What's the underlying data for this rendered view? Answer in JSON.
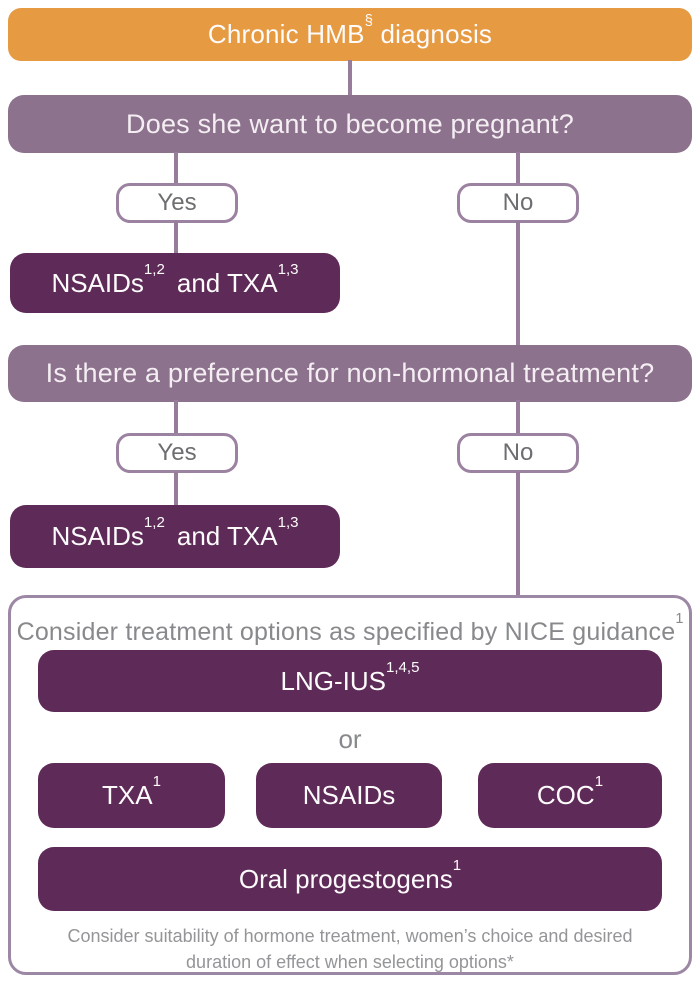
{
  "palette": {
    "orange": "#E69A42",
    "mauve": "#8C728D",
    "dark_purple": "#5E2A57",
    "line": "#977C9C",
    "pill_border": "#9C82A1",
    "container_border": "#9C87A4",
    "gray_text": "#87898C",
    "footer_gray": "#939598",
    "pill_text": "#6D6E71"
  },
  "flowchart": {
    "start": {
      "text": "Chronic HMB",
      "sup": "§",
      "rest": " diagnosis"
    },
    "question1": "Does she want to become pregnant?",
    "yes1": "Yes",
    "no1": "No",
    "treatment_yes1": {
      "p1": "NSAIDs",
      "s1": "1,2",
      "p2": "and TXA",
      "s2": "1,3"
    },
    "question2": "Is there a preference for non-hormonal treatment?",
    "yes2": "Yes",
    "no2": "No",
    "treatment_yes2": {
      "p1": "NSAIDs",
      "s1": "1,2",
      "p2": "and TXA",
      "s2": "1,3"
    },
    "nice": {
      "title": "Consider treatment options as specified by NICE guidance",
      "title_sup": "1",
      "lng": {
        "p1": "LNG-IUS",
        "s1": "1,4,5"
      },
      "or": "or",
      "txa": {
        "p1": "TXA",
        "s1": "1"
      },
      "nsaids": {
        "p1": "NSAIDs"
      },
      "coc": {
        "p1": "COC",
        "s1": "1"
      },
      "oral": {
        "p1": "Oral progestogens",
        "s1": "1"
      },
      "footnote": "Consider suitability of hormone treatment, women’s choice and desired duration of effect when selecting options*"
    }
  }
}
